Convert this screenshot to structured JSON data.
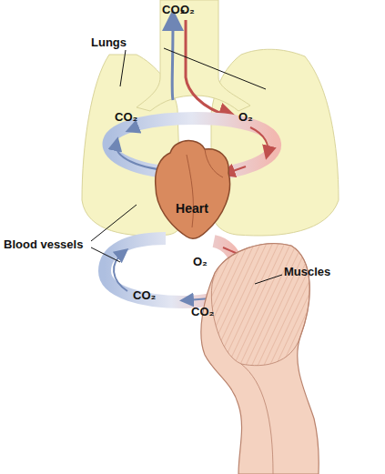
{
  "diagram": {
    "nodes": [
      {
        "text": [
          "Heart"
        ]
      }
    ],
    "labels": [
      "CO₂",
      "O₂",
      "Lungs",
      "CO₂",
      "O₂",
      "Blood vessels",
      "O₂",
      "Muscles",
      "CO₂",
      "CO₂"
    ]
  }
}
